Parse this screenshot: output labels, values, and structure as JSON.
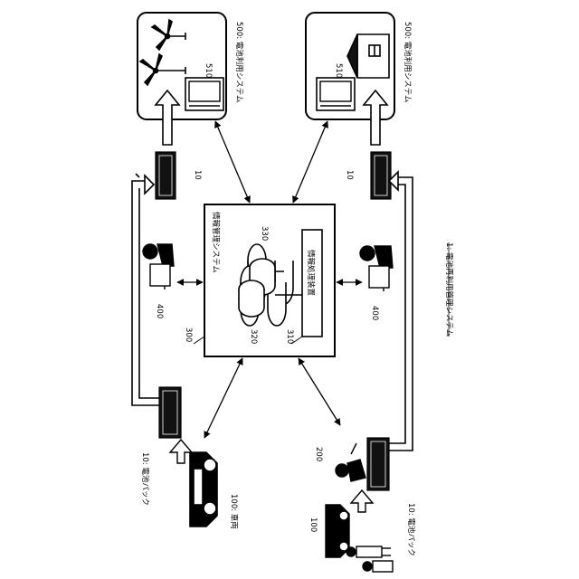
{
  "title": "1: 電池再利用管理システム",
  "information_management_system": {
    "ref": "300",
    "label": "情報管理システム",
    "processor_label": "情報処理装置",
    "processor_ref": "310",
    "db_ref_1": "320",
    "db_ref_2": "330"
  },
  "battery_use_systems": [
    {
      "ref_label": "500: 電池利用システム",
      "terminal_ref": "510",
      "kind": "wind-turbines"
    },
    {
      "ref_label": "500: 電池利用システム",
      "terminal_ref": "510",
      "kind": "house"
    }
  ],
  "battery_pack_refs": [
    "10",
    "10"
  ],
  "battery_pack_labels": [
    "10: 電池パック",
    "10: 電池パック"
  ],
  "vehicle_labels": [
    "100: 車両",
    "100"
  ],
  "operator_refs": [
    "400",
    "400"
  ],
  "worker_ref": "200",
  "colors": {
    "line": "#000000",
    "background": "#ffffff",
    "fill_dark": "#111111",
    "arrow_fill": "#ffffff"
  }
}
